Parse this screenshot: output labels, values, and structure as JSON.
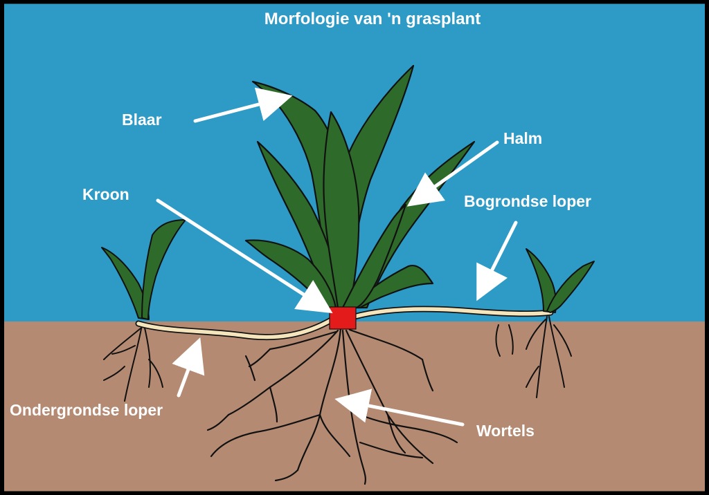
{
  "title": "Morfologie van 'n grasplant",
  "labels": {
    "blaar": "Blaar",
    "halm": "Halm",
    "kroon": "Kroon",
    "bogrondse_loper": "Bogrondse loper",
    "ondergrondse_loper": "Ondergrondse loper",
    "wortels": "Wortels"
  },
  "colors": {
    "sky": "#2e9ac6",
    "soil": "#b58a73",
    "leaf": "#2e6b2b",
    "runner": "#f5e5bc",
    "crown": "#e31b1b",
    "root": "#000000",
    "label": "#ffffff",
    "frame": "#000000"
  }
}
